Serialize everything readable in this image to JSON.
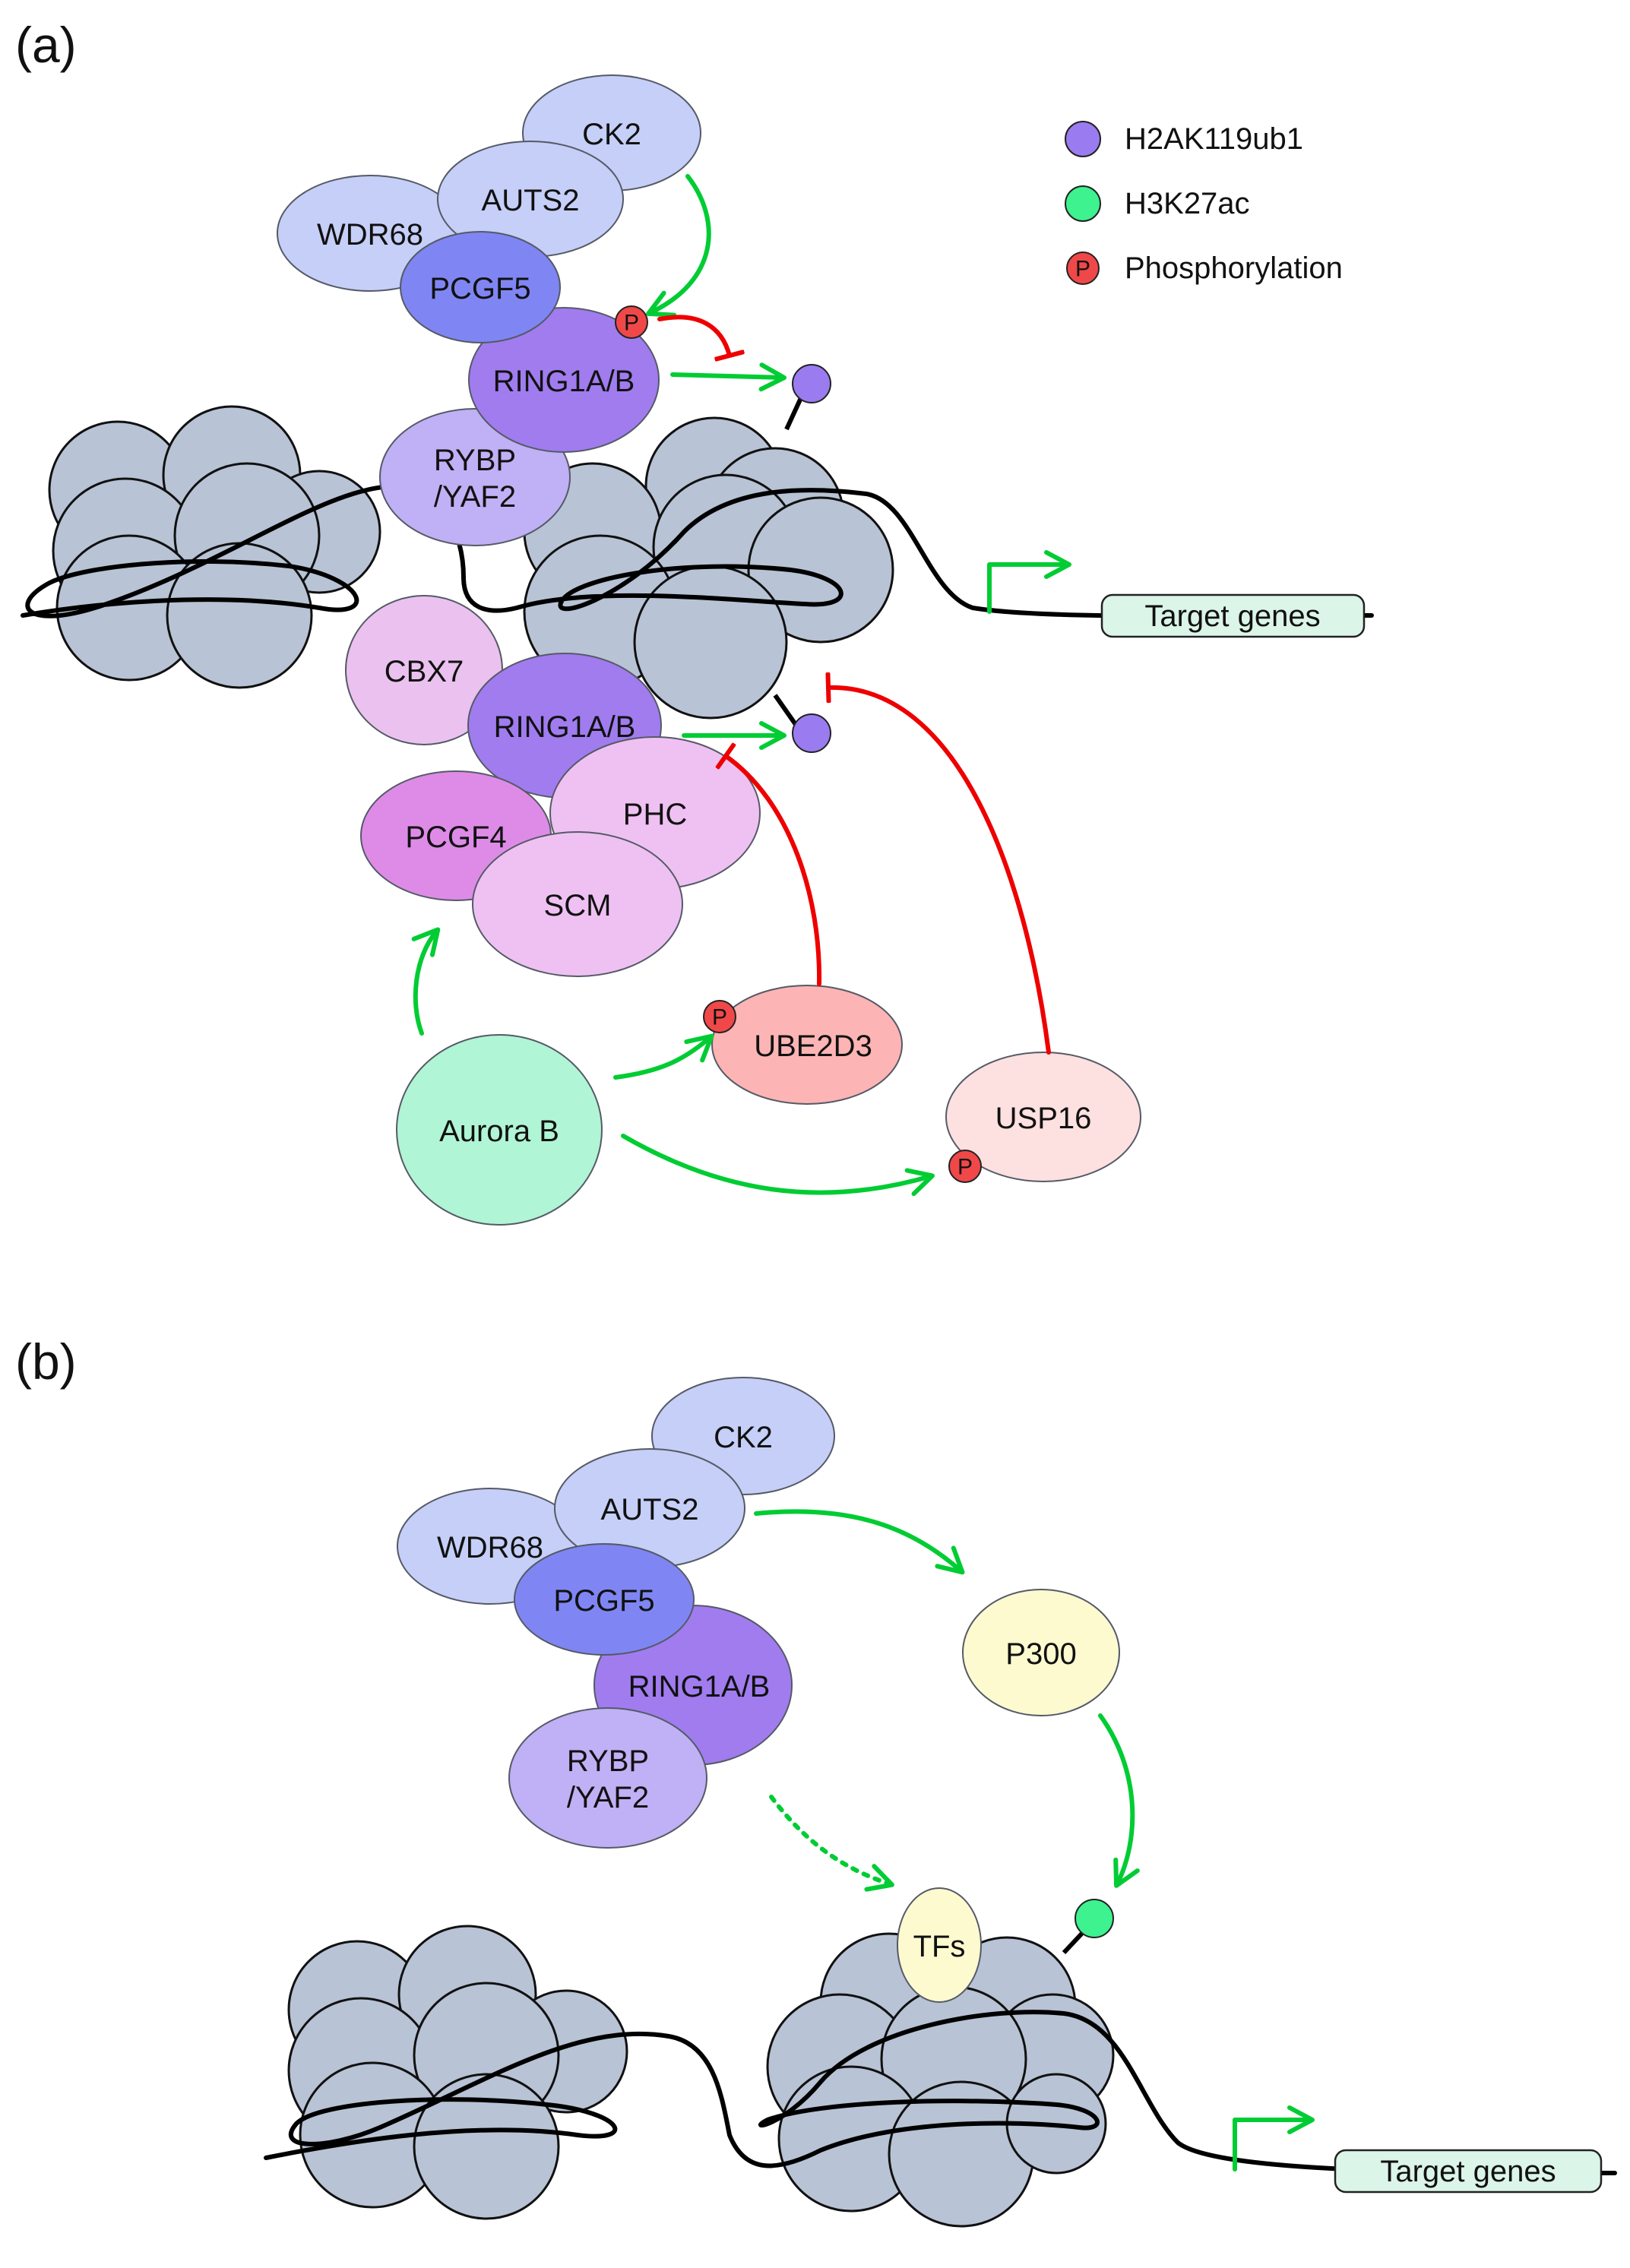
{
  "panels": {
    "a": "(a)",
    "b": "(b)"
  },
  "legend": {
    "h2ak119ub1": {
      "label": "H2AK119ub1",
      "color": "#9a7cf0"
    },
    "h3k27ac": {
      "label": "H3K27ac",
      "color": "#3df28f"
    },
    "phosphorylation": {
      "label": "Phosphorylation",
      "color": "#f04848",
      "symbol": "P"
    }
  },
  "panel_a": {
    "ck2": "CK2",
    "auts2": "AUTS2",
    "wdr68": "WDR68",
    "pcgf5": "PCGF5",
    "ring1_top": "RING1A/B",
    "rybp_line1": "RYBP",
    "rybp_line2": "/YAF2",
    "cbx7": "CBX7",
    "ring1_bottom": "RING1A/B",
    "pcgf4": "PCGF4",
    "phc": "PHC",
    "scm": "SCM",
    "ube2d3": "UBE2D3",
    "aurora_b": "Aurora B",
    "usp16": "USP16",
    "target_genes": "Target genes",
    "p_ring1": "P",
    "p_ube2d3": "P",
    "p_usp16": "P"
  },
  "panel_b": {
    "ck2": "CK2",
    "auts2": "AUTS2",
    "wdr68": "WDR68",
    "pcgf5": "PCGF5",
    "ring1": "RING1A/B",
    "rybp_line1": "RYBP",
    "rybp_line2": "/YAF2",
    "p300": "P300",
    "tfs": "TFs",
    "target_genes": "Target genes"
  },
  "colors": {
    "prc1_light": "#c5cff7",
    "pcgf5": "#7f86f3",
    "ring1": "#a07cef",
    "rybp": "#c0b0f5",
    "cbx7": "#ebc1ef",
    "pcgf4": "#de8be8",
    "phc_scm": "#efc1f3",
    "ube2d3": "#fdb4b4",
    "aurora_b": "#b0f5d5",
    "usp16": "#fde0e0",
    "p300_tfs": "#fdfad0",
    "nucleosome": "#b8c3d5",
    "activation": "#00cc33",
    "inhibition": "#ee0000"
  }
}
